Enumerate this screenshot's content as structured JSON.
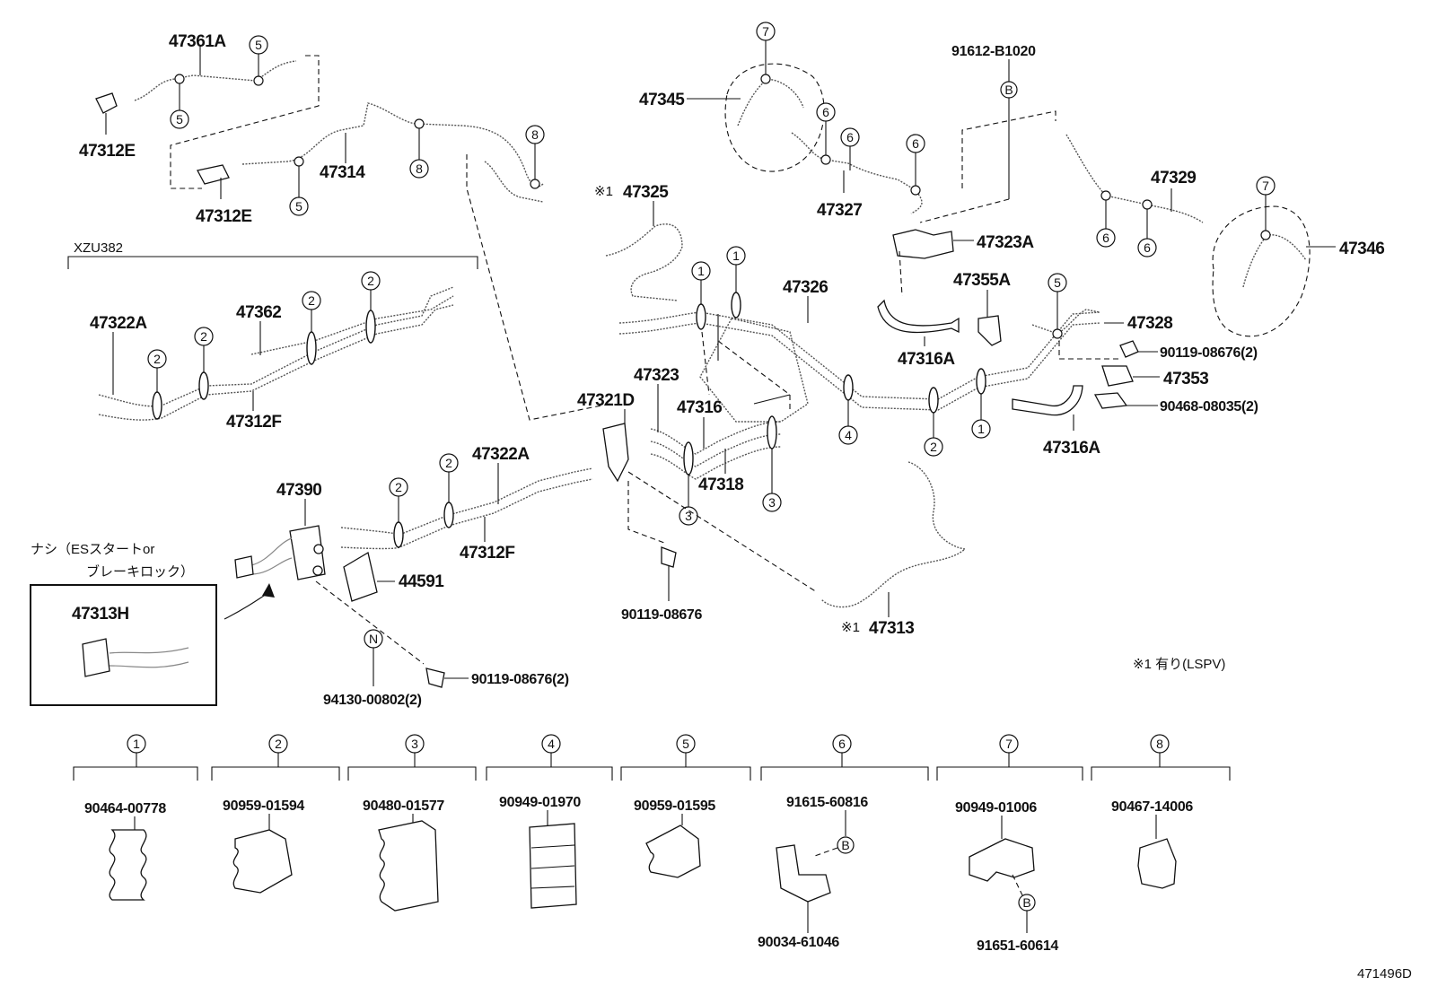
{
  "diagram": {
    "labels": {
      "p47361A": "47361A",
      "p47312E_a": "47312E",
      "p47312E_b": "47312E",
      "p47314": "47314",
      "xzu": "XZU382",
      "p47322A_a": "47322A",
      "p47362": "47362",
      "p47312F_a": "47312F",
      "p47345": "47345",
      "p91612": "91612-B1020",
      "p47327": "47327",
      "p47329": "47329",
      "p47346": "47346",
      "p47323A": "47323A",
      "p47325": "47325",
      "note1_a": "※1",
      "p47326": "47326",
      "p47355A": "47355A",
      "p47328": "47328",
      "p47316A_a": "47316A",
      "p90119_a": "90119-08676(2)",
      "p47353": "47353",
      "p90468": "90468-08035(2)",
      "p47316A_b": "47316A",
      "p47323": "47323",
      "p47321D": "47321D",
      "p47316": "47316",
      "p47318": "47318",
      "p47390": "47390",
      "p47322A_b": "47322A",
      "p47312F_b": "47312F",
      "nashi_1": "ナシ（ESスタートor",
      "nashi_2": "ブレーキロック）",
      "p44591": "44591",
      "p47313H": "47313H",
      "p90119_b": "90119-08676",
      "note1_b": "※1",
      "p47313": "47313",
      "p90119_c": "90119-08676(2)",
      "p94130": "94130-00802(2)",
      "lspv_note": "※1 有り(LSPV)",
      "b_ref1": "B",
      "n_ref": "N",
      "ref_code": "471496D"
    },
    "legend": [
      {
        "num": "1",
        "part": "90464-00778"
      },
      {
        "num": "2",
        "part": "90959-01594"
      },
      {
        "num": "3",
        "part": "90480-01577"
      },
      {
        "num": "4",
        "part": "90949-01970"
      },
      {
        "num": "5",
        "part": "90959-01595"
      },
      {
        "num": "6",
        "part": "91615-60816",
        "sub_part": "90034-61046",
        "ref": "B"
      },
      {
        "num": "7",
        "part": "90949-01006",
        "sub_part": "91651-60614",
        "ref": "B"
      },
      {
        "num": "8",
        "part": "90467-14006"
      }
    ],
    "callout_nums": {
      "c1": "1",
      "c2": "2",
      "c3": "3",
      "c4": "4",
      "c5": "5",
      "c6": "6",
      "c7": "7",
      "c8": "8"
    }
  }
}
